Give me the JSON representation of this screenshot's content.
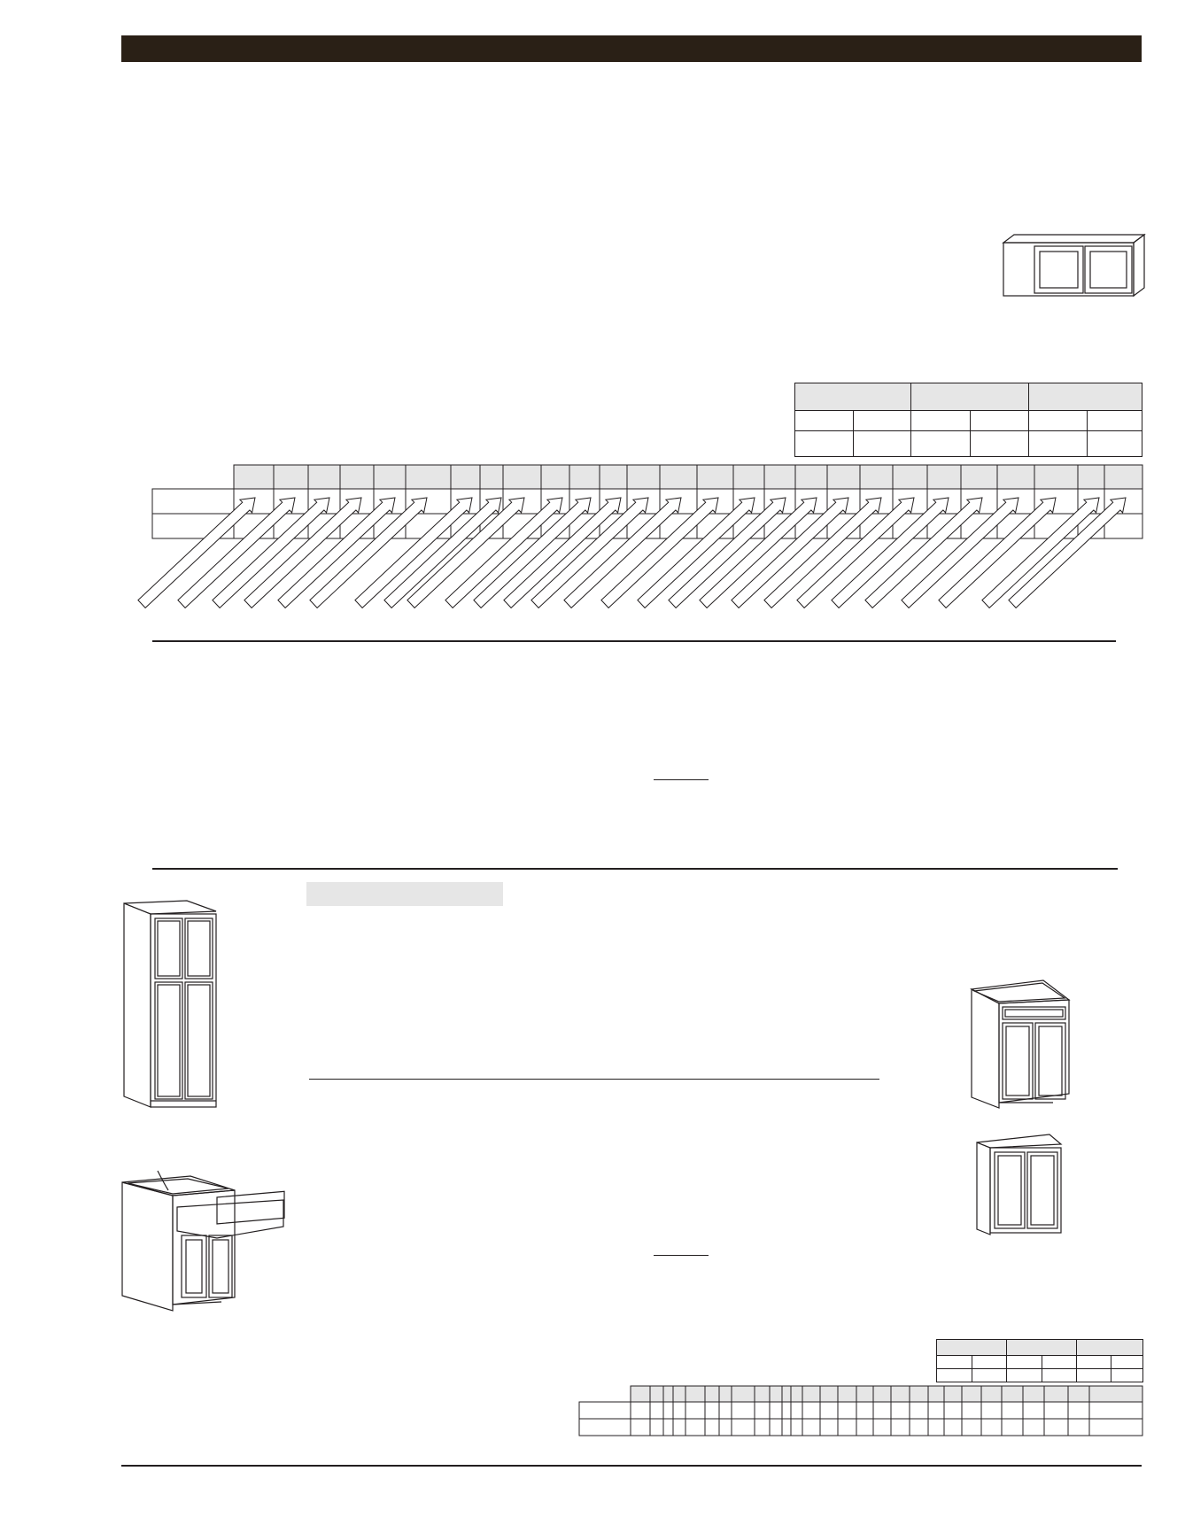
{
  "header": {
    "title": ""
  },
  "wall_cabinet": {
    "image": "wall-cabinet-drawing"
  },
  "top_table": {
    "groups": [
      "",
      "",
      ""
    ],
    "rows": [
      [
        "",
        "",
        "",
        "",
        "",
        ""
      ],
      [
        "",
        "",
        "",
        "",
        "",
        ""
      ]
    ]
  },
  "size_table": {
    "row_labels": [
      "",
      ""
    ]
  },
  "bottom_small_table": {
    "groups": [
      "",
      "",
      ""
    ],
    "rows": [
      [
        "",
        "",
        "",
        "",
        "",
        ""
      ]
    ]
  },
  "bottom_size_table": {
    "row_labels": [
      "",
      ""
    ]
  },
  "section_label": "",
  "icons": [
    "pantry-cabinet",
    "base-cabinet",
    "wall-cabinet-small",
    "drawer-base-cabinet"
  ]
}
